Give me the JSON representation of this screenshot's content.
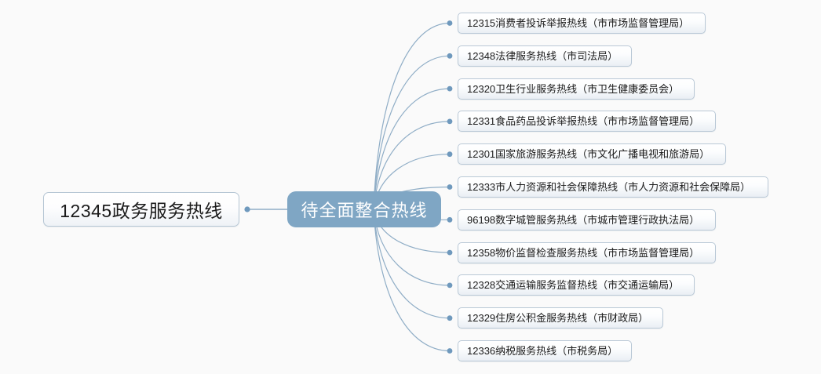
{
  "diagram": {
    "type": "mind-map",
    "background_color": "#fafafa",
    "root": {
      "label": "12345政务服务热线",
      "text_color": "#1b1b1b",
      "border_color": "#b6c6d4"
    },
    "center": {
      "label": "待全面整合热线",
      "fill_color": "#7fa6c4",
      "text_color": "#ffffff"
    },
    "edge_color": "#8fadc6",
    "node_dot_color": "#6f99bd",
    "branches": [
      {
        "label": "12315消费者投诉举报热线（市市场监督管理局）"
      },
      {
        "label": "12348法律服务热线（市司法局）"
      },
      {
        "label": "12320卫生行业服务热线（市卫生健康委员会）"
      },
      {
        "label": "12331食品药品投诉举报热线（市市场监督管理局）"
      },
      {
        "label": "12301国家旅游服务热线（市文化广播电视和旅游局）"
      },
      {
        "label": "12333市人力资源和社会保障热线（市人力资源和社会保障局）"
      },
      {
        "label": "96198数字城管服务热线（市城市管理行政执法局）"
      },
      {
        "label": "12358物价监督检查服务热线（市市场监督管理局）"
      },
      {
        "label": "12328交通运输服务监督热线（市交通运输局）"
      },
      {
        "label": "12329住房公积金服务热线（市财政局）"
      },
      {
        "label": "12336纳税服务热线（市税务局）"
      }
    ]
  }
}
